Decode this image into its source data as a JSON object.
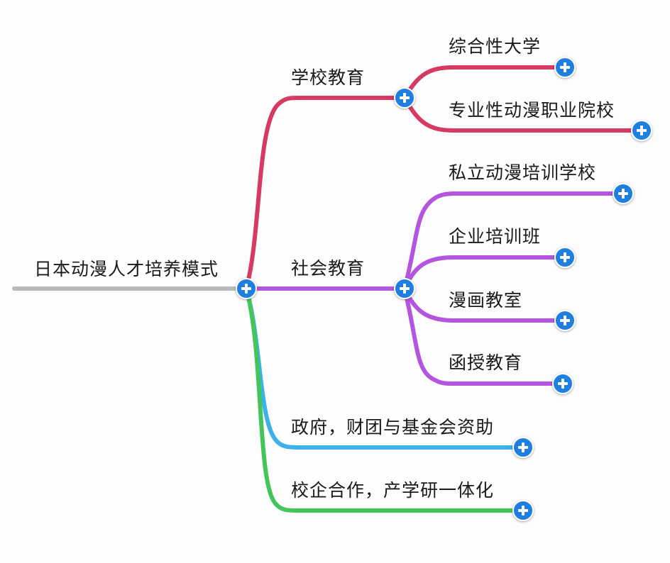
{
  "root": {
    "label": "日本动漫人才培养模式"
  },
  "branches": [
    {
      "label": "学校教育",
      "color": "#d63a63",
      "children": [
        {
          "label": "综合性大学"
        },
        {
          "label": "专业性动漫职业院校"
        }
      ]
    },
    {
      "label": "社会教育",
      "color": "#b455e0",
      "children": [
        {
          "label": "私立动漫培训学校"
        },
        {
          "label": "企业培训班"
        },
        {
          "label": "漫画教室"
        },
        {
          "label": "函授教育"
        }
      ]
    },
    {
      "label": "政府，财团与基金会资助",
      "color": "#3cb1ea",
      "children": []
    },
    {
      "label": "校企合作，产学研一体化",
      "color": "#45c45a",
      "children": []
    }
  ],
  "colors": {
    "root_line": "#b9b9b9",
    "expand_button": "#1f7fe0"
  },
  "icons": {
    "expand": "plus-circle-icon"
  }
}
